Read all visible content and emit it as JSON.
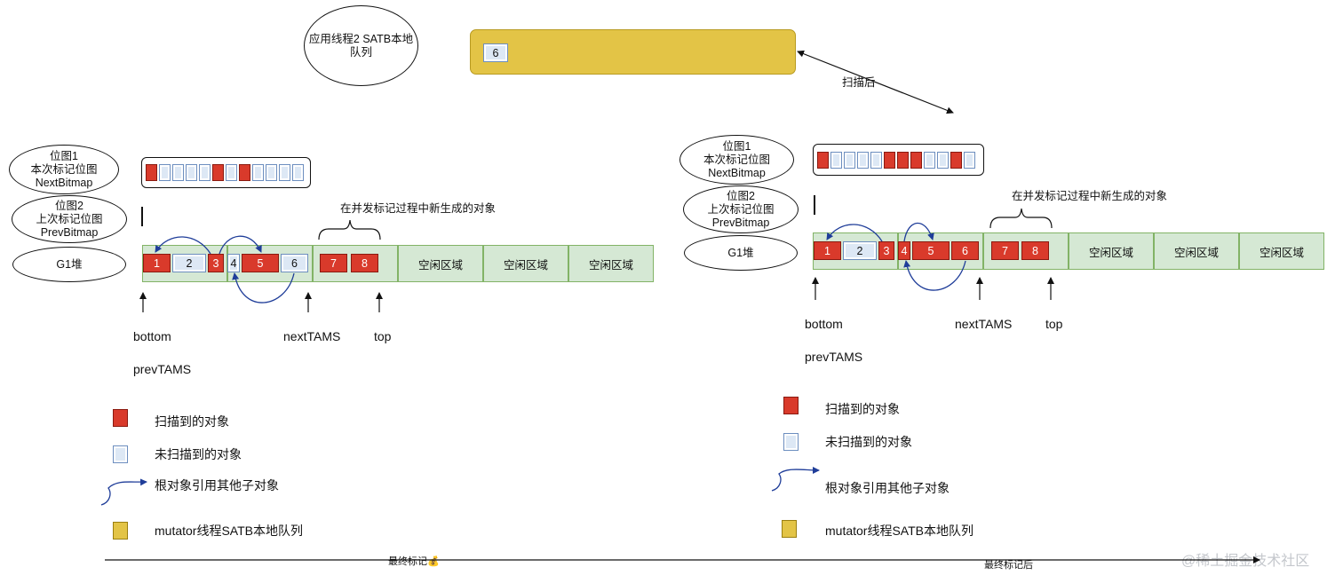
{
  "satb_queue": {
    "label_line1": "应用线程2 SATB本地",
    "label_line2": "队列",
    "item": "6",
    "color": "#e3c446"
  },
  "scan_after": "扫描后",
  "left": {
    "ellipse_bitmap1": [
      "位图1",
      "本次标记位图",
      "NextBitmap"
    ],
    "ellipse_bitmap2": [
      "位图2",
      "上次标记位图",
      "PrevBitmap"
    ],
    "ellipse_heap": "G1堆",
    "next_bitmap": [
      "red",
      "blue",
      "blue",
      "blue",
      "blue",
      "red",
      "blue",
      "red",
      "blue",
      "blue",
      "blue",
      "blue"
    ],
    "brace_label": "在并发标记过程中新生成的对象",
    "objects": [
      {
        "label": "1",
        "kind": "red"
      },
      {
        "label": "2",
        "kind": "blue"
      },
      {
        "label": "3",
        "kind": "red"
      },
      {
        "label": "4",
        "kind": "blue"
      },
      {
        "label": "5",
        "kind": "red"
      },
      {
        "label": "6",
        "kind": "blue"
      },
      {
        "label": "7",
        "kind": "red"
      },
      {
        "label": "8",
        "kind": "red"
      }
    ],
    "free_regions": [
      "空闲区域",
      "空闲区域",
      "空闲区域"
    ],
    "pointers": {
      "bottom": "bottom",
      "prevtams": "prevTAMS",
      "nexttams": "nextTAMS",
      "top": "top"
    }
  },
  "right": {
    "ellipse_bitmap1": [
      "位图1",
      "本次标记位图",
      "NextBitmap"
    ],
    "ellipse_bitmap2": [
      "位图2",
      "上次标记位图",
      "PrevBitmap"
    ],
    "ellipse_heap": "G1堆",
    "next_bitmap": [
      "red",
      "blue",
      "blue",
      "blue",
      "blue",
      "red",
      "red",
      "red",
      "blue",
      "blue",
      "red",
      "blue"
    ],
    "brace_label": "在并发标记过程中新生成的对象",
    "objects": [
      {
        "label": "1",
        "kind": "red"
      },
      {
        "label": "2",
        "kind": "blue"
      },
      {
        "label": "3",
        "kind": "red"
      },
      {
        "label": "4",
        "kind": "red"
      },
      {
        "label": "5",
        "kind": "red"
      },
      {
        "label": "6",
        "kind": "red"
      },
      {
        "label": "7",
        "kind": "red"
      },
      {
        "label": "8",
        "kind": "red"
      }
    ],
    "free_regions": [
      "空闲区域",
      "空闲区域",
      "空闲区域"
    ],
    "pointers": {
      "bottom": "bottom",
      "prevtams": "prevTAMS",
      "nexttams": "nextTAMS",
      "top": "top"
    }
  },
  "legend": {
    "scanned": "扫描到的对象",
    "unscanned": "未扫描到的对象",
    "reference": "根对象引用其他子对象",
    "satb": "mutator线程SATB本地队列"
  },
  "timeline": {
    "final_mark": "最终标记",
    "final_mark_icon": "money-bag-icon",
    "after_final_mark": "最终标记后"
  },
  "watermark": "@稀土掘金技术社区",
  "colors": {
    "scanned": "#d93a2b",
    "unscanned": "#dde8f5",
    "region": "#d5e8d4",
    "arrow_ref": "#1f3d99"
  }
}
